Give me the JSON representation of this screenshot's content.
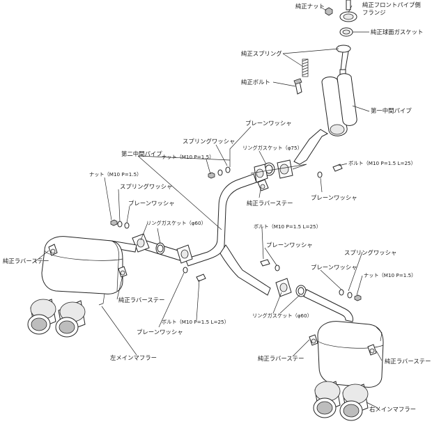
{
  "labels": {
    "oem_nut_top": "純正ナット",
    "oem_front_pipe_flange_1": "純正フロントパイプ側",
    "oem_front_pipe_flange_2": "フランジ",
    "oem_spherical_gasket": "純正球面ガスケット",
    "oem_spring": "純正スプリング",
    "oem_bolt": "純正ボルト",
    "first_mid_pipe": "第一中間パイプ",
    "plain_washer_top": "プレーンワッシャ",
    "spring_washer_upper": "スプリングワッシャ",
    "ring_gasket_75": "リングガスケット（φ75）",
    "nut_m10_upper": "ナット（M10 P=1.5）",
    "second_mid_pipe": "第二中間パイプ",
    "bolt_m10_right": "ボルト（M10 P=1.5 L=25）",
    "nut_m10_left": "ナット（M10 P=1.5）",
    "spring_washer_left": "スプリングワッシャ",
    "plain_washer_right_upper": "プレーンワッシャ",
    "oem_rubber_stay_center": "純正ラバーステー",
    "plain_washer_left": "プレーンワッシャ",
    "ring_gasket_60_left": "リングガスケット（φ60）",
    "bolt_m10_center": "ボルト（M10 P=1.5 L=25）",
    "plain_washer_center": "プレーンワッシャ",
    "oem_rubber_stay_left": "純正ラバーステー",
    "spring_washer_right": "スプリングワッシャ",
    "plain_washer_right": "プレーンワッシャ",
    "nut_m10_right": "ナット（M10 P=1.5）",
    "oem_rubber_stay_left2": "純正ラバーステー",
    "ring_gasket_60_right": "リングガスケット（φ60）",
    "bolt_m10_left": "ボルト（M10 P=1.5 L=25）",
    "plain_washer_bottom": "プレーンワッシャ",
    "left_main_muffler": "左メインマフラー",
    "oem_rubber_stay_right_lower": "純正ラバーステー",
    "oem_rubber_stay_right": "純正ラバーステー",
    "right_main_muffler": "右メインマフラー"
  }
}
